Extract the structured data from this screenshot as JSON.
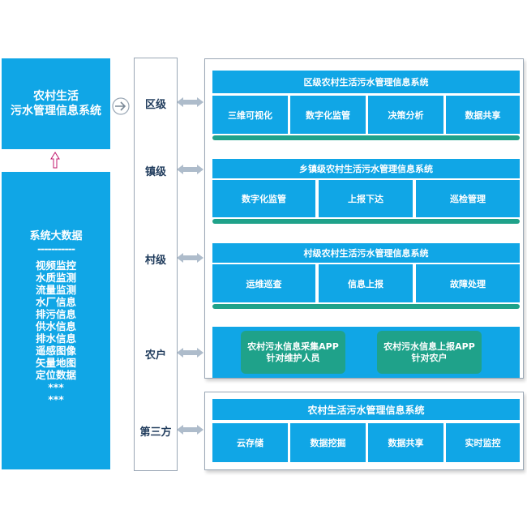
{
  "left": {
    "system_title_line1": "农村生活",
    "system_title_line2": "污水管理信息系统",
    "bigdata_title": "系统大数据",
    "bigdata_divider": "-----------",
    "bigdata_items": [
      "视频监控",
      "水质监测",
      "流量监测",
      "水厂信息",
      "排污信息",
      "供水信息",
      "排水信息",
      "遥感图像",
      "矢量地图",
      "定位数据",
      "***",
      "***"
    ]
  },
  "levels": [
    "区级",
    "镇级",
    "村级",
    "农户",
    "第三方"
  ],
  "district": {
    "title": "区级农村生活污水管理信息系统",
    "modules": [
      "三维可视化",
      "数字化监管",
      "决策分析",
      "数据共享"
    ]
  },
  "town": {
    "title": "乡镇级农村生活污水管理信息系统",
    "modules": [
      "数字化监管",
      "上报下达",
      "巡检管理"
    ]
  },
  "village": {
    "title": "村级农村生活污水管理信息系统",
    "modules": [
      "运维巡查",
      "信息上报",
      "故障处理"
    ]
  },
  "household": {
    "apps": [
      {
        "line1": "农村污水信息采集APP",
        "line2": "针对维护人员"
      },
      {
        "line1": "农村污水信息上报APP",
        "line2": "针对农户"
      }
    ]
  },
  "third_party": {
    "title": "农村生活污水管理信息系统",
    "modules": [
      "云存储",
      "数据挖掘",
      "数据共享",
      "实时监控"
    ]
  },
  "colors": {
    "primary_blue": "#10a6e6",
    "rail_green": "#1fa28a",
    "arrow_gray": "#aebccb"
  }
}
